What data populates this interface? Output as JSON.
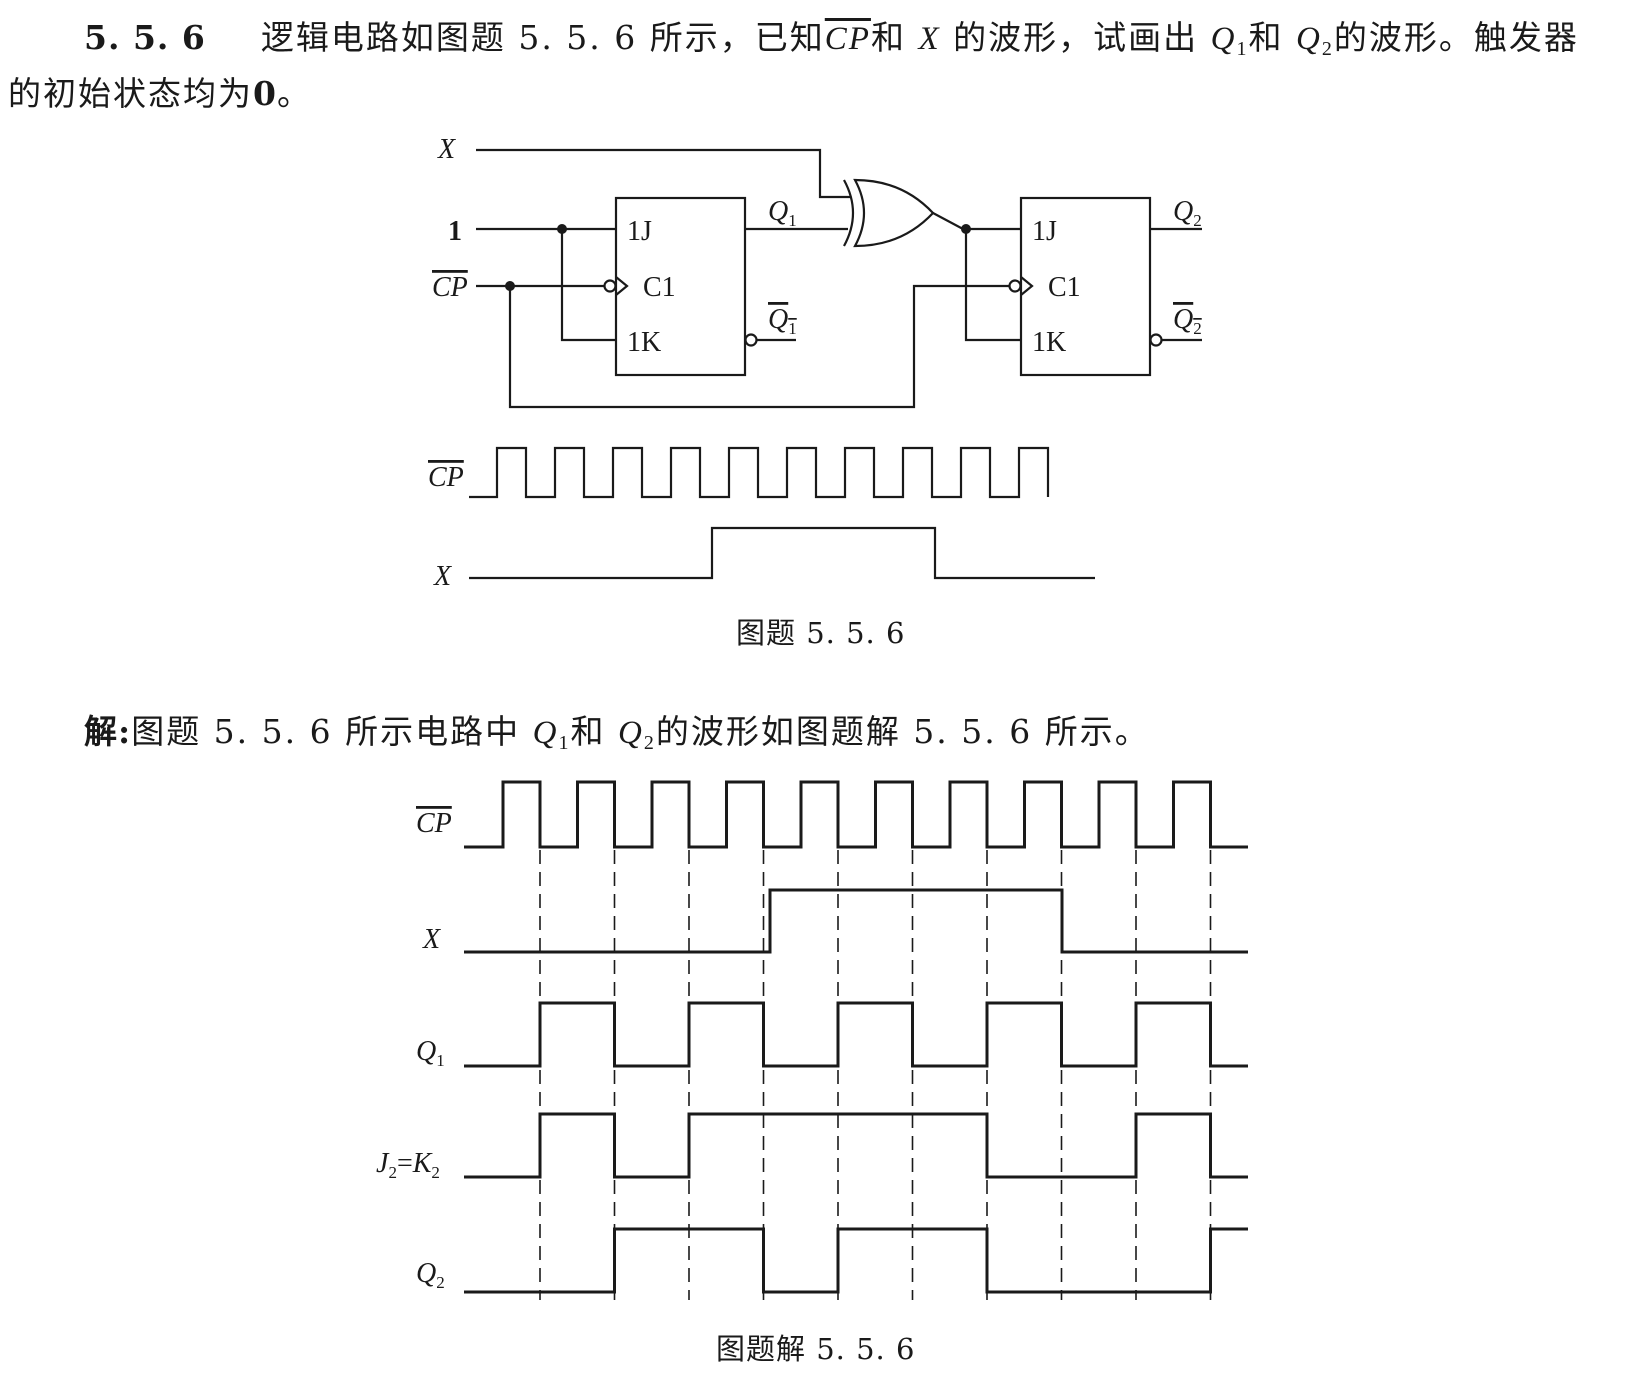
{
  "problem": {
    "number": "5. 5. 6",
    "text_1": "逻辑电路如图题 5. 5. 6 所示，已知",
    "cp": "CP",
    "text_2": "和",
    "x": "X",
    "text_3": "的波形，试画出",
    "q": "Q",
    "sub1": "1",
    "text_4": "和",
    "sub2": "2",
    "text_5": "的波形。触发器",
    "line2": "的初始状态均为",
    "zero": "0",
    "line2_end": "。"
  },
  "circuit": {
    "input_x": "X",
    "input_one": "1",
    "input_cp": "CP",
    "ff1_j": "1J",
    "ff1_c": "C1",
    "ff1_k": "1K",
    "ff2_j": "1J",
    "ff2_c": "C1",
    "ff2_k": "1K",
    "q": "Q",
    "sub1": "1",
    "sub2": "2",
    "wave_cp": "CP",
    "wave_x": "X"
  },
  "figure1_caption": "图题 5. 5. 6",
  "solution": {
    "label": "解:",
    "text_1": "图题 5. 5. 6 所示电路中",
    "q": "Q",
    "sub1": "1",
    "text_2": "和",
    "sub2": "2",
    "text_3": "的波形如图题解 5. 5. 6 所示。"
  },
  "timing": {
    "cp": "CP",
    "x": "X",
    "q": "Q",
    "sub1": "1",
    "sub2": "2",
    "j": "J",
    "eq": "=",
    "k": "K"
  },
  "figure2_caption": "图题解 5. 5. 6"
}
